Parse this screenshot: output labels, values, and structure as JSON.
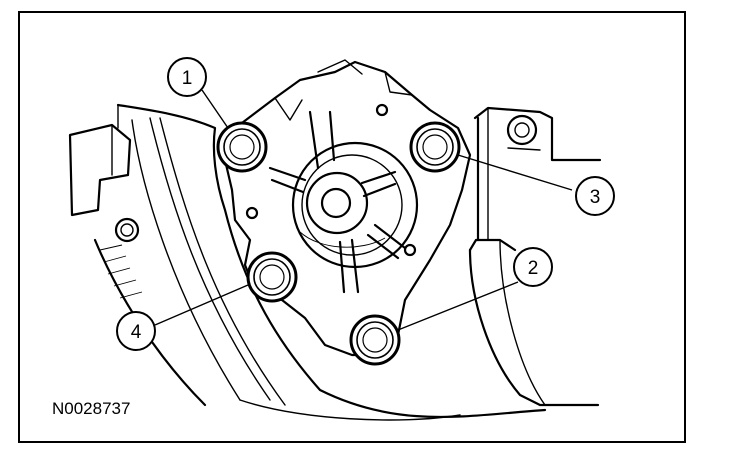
{
  "callouts": [
    {
      "label": "1"
    },
    {
      "label": "2"
    },
    {
      "label": "3"
    },
    {
      "label": "4"
    }
  ],
  "figure_id": "N0028737"
}
